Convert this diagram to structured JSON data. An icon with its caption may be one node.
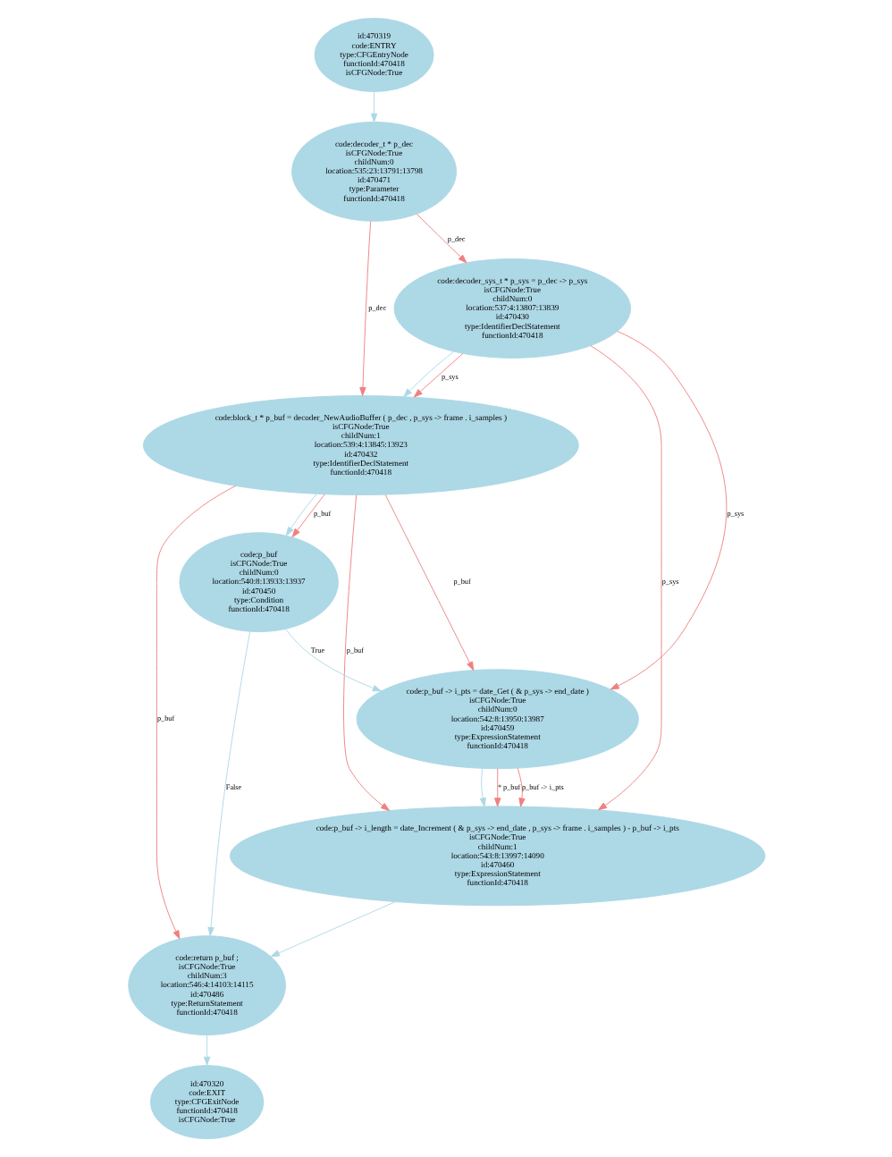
{
  "diagram": {
    "nodes": [
      {
        "text": [
          "id:470319\ncode:ENTRY\ntype:CFGEntryNode\nfunctionId:470418\nisCFGNode:True"
        ]
      },
      {
        "text": [
          "code:decoder_t * p_dec\nisCFGNode:True\nchildNum:0\nlocation:535:23:13791:13798\nid:470471\ntype:Parameter\nfunctionId:470418"
        ]
      },
      {
        "text": [
          "code:decoder_sys_t * p_sys = p_dec -> p_sys\nisCFGNode:True\nchildNum:0\nlocation:537:4:13807:13839\nid:470430\ntype:IdentifierDeclStatement\nfunctionId:470418"
        ]
      },
      {
        "text": [
          "code:block_t * p_buf = decoder_NewAudioBuffer ( p_dec , p_sys -> frame . i_samples )\nisCFGNode:True\nchildNum:1\nlocation:539:4:13845:13923\nid:470432\ntype:IdentifierDeclStatement\nfunctionId:470418"
        ]
      },
      {
        "text": [
          "code:p_buf\nisCFGNode:True\nchildNum:0\nlocation:540:8:13933:13937\nid:470450\ntype:Condition\nfunctionId:470418"
        ]
      },
      {
        "text": [
          "code:p_buf -> i_pts = date_Get ( & p_sys -> end_date )\nisCFGNode:True\nchildNum:0\nlocation:542:8:13950:13987\nid:470459\ntype:ExpressionStatement\nfunctionId:470418"
        ]
      },
      {
        "text": [
          "code:p_buf -> i_length = date_Increment ( & p_sys -> end_date , p_sys -> frame . i_samples ) - p_buf -> i_pts\nisCFGNode:True\nchildNum:1\nlocation:543:8:13997:14090\nid:470460\ntype:ExpressionStatement\nfunctionId:470418"
        ]
      },
      {
        "text": [
          "code:return p_buf ;\nisCFGNode:True\nchildNum:3\nlocation:546:4:14103:14115\nid:470486\ntype:ReturnStatement\nfunctionId:470418"
        ]
      },
      {
        "text": [
          "id:470320\ncode:EXIT\ntype:CFGExitNode\nfunctionId:470418\nisCFGNode:True"
        ]
      }
    ],
    "edges": [
      {
        "from": 0,
        "to": 1,
        "arrow": "to",
        "color": "#add8e6"
      },
      {
        "from": 1,
        "to": 2,
        "arrow": "to",
        "label": "p_dec"
      },
      {
        "from": 1,
        "to": 3,
        "arrow": "to",
        "label": "p_dec"
      },
      {
        "from": 2,
        "to": 3,
        "arrow": "to",
        "label": "p_sys"
      },
      {
        "from": 2,
        "to": 3,
        "arrow": "to",
        "color": "#add8e6"
      },
      {
        "from": 2,
        "to": 5,
        "arrow": "to",
        "label": "p_sys"
      },
      {
        "from": 2,
        "to": 6,
        "arrow": "to",
        "label": "p_sys"
      },
      {
        "from": 3,
        "to": 4,
        "arrow": "to",
        "label": "p_buf"
      },
      {
        "from": 3,
        "to": 4,
        "arrow": "to",
        "color": "#add8e6"
      },
      {
        "from": 3,
        "to": 5,
        "arrow": "to",
        "label": "p_buf"
      },
      {
        "from": 3,
        "to": 6,
        "arrow": "to",
        "label": "p_buf"
      },
      {
        "from": 3,
        "to": 7,
        "arrow": "to",
        "label": "p_buf"
      },
      {
        "from": 4,
        "to": 5,
        "arrow": "to",
        "label": "True",
        "color": "#add8e6"
      },
      {
        "from": 4,
        "to": 7,
        "arrow": "to",
        "label": "False",
        "color": "#add8e6"
      },
      {
        "from": 5,
        "to": 6,
        "arrow": "to",
        "color": "#add8e6"
      },
      {
        "from": 5,
        "to": 6,
        "arrow": "to",
        "label": "* p_buf"
      },
      {
        "from": 5,
        "to": 6,
        "arrow": "to",
        "label": "p_buf -> i_pts"
      },
      {
        "from": 6,
        "to": 7,
        "arrow": "to",
        "color": "#add8e6"
      },
      {
        "from": 7,
        "to": 8,
        "arrow": "to",
        "color": "#add8e6"
      }
    ]
  }
}
